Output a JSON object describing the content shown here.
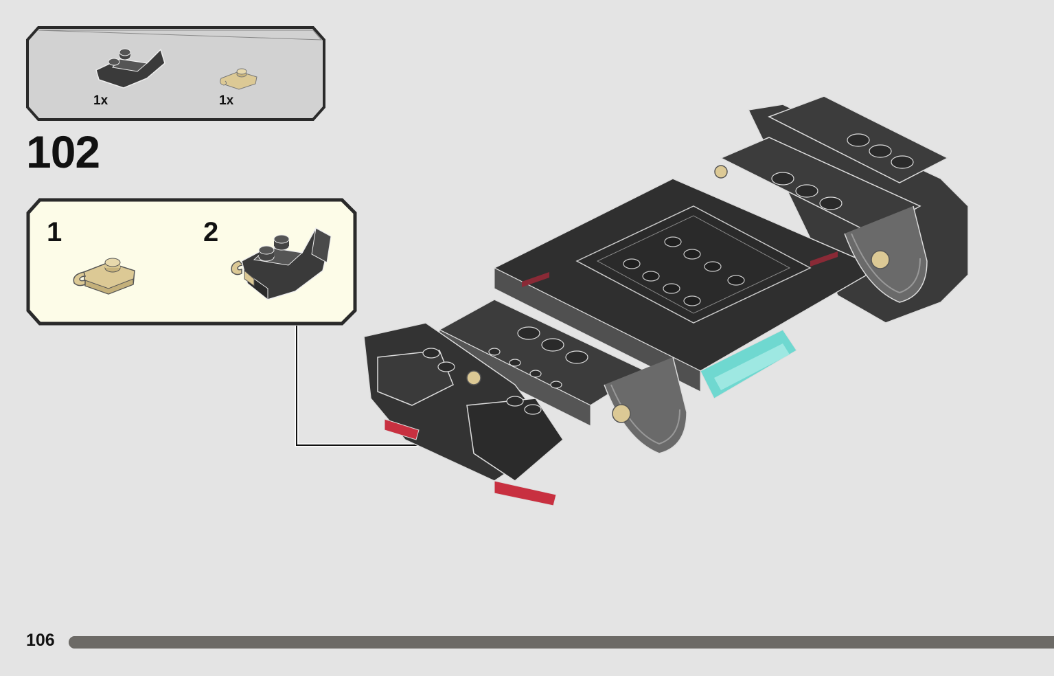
{
  "parts_list": {
    "items": [
      {
        "name": "dark-bluish-gray-curved-slope-part",
        "count": "1x"
      },
      {
        "name": "tan-clip-plate-part",
        "count": "1x"
      }
    ]
  },
  "step": {
    "number": "102"
  },
  "substeps": [
    {
      "number": "1"
    },
    {
      "number": "2"
    }
  ],
  "page": {
    "number": "106",
    "progress": 1.0
  },
  "colors": {
    "background": "#e4e4e4",
    "parts_box": "#d2d2d2",
    "substep_box": "#fdfce8",
    "brick_dark": "#3a3a3a",
    "tan": "#dcc995",
    "teal": "#6fd8d0",
    "red": "#c83040"
  }
}
